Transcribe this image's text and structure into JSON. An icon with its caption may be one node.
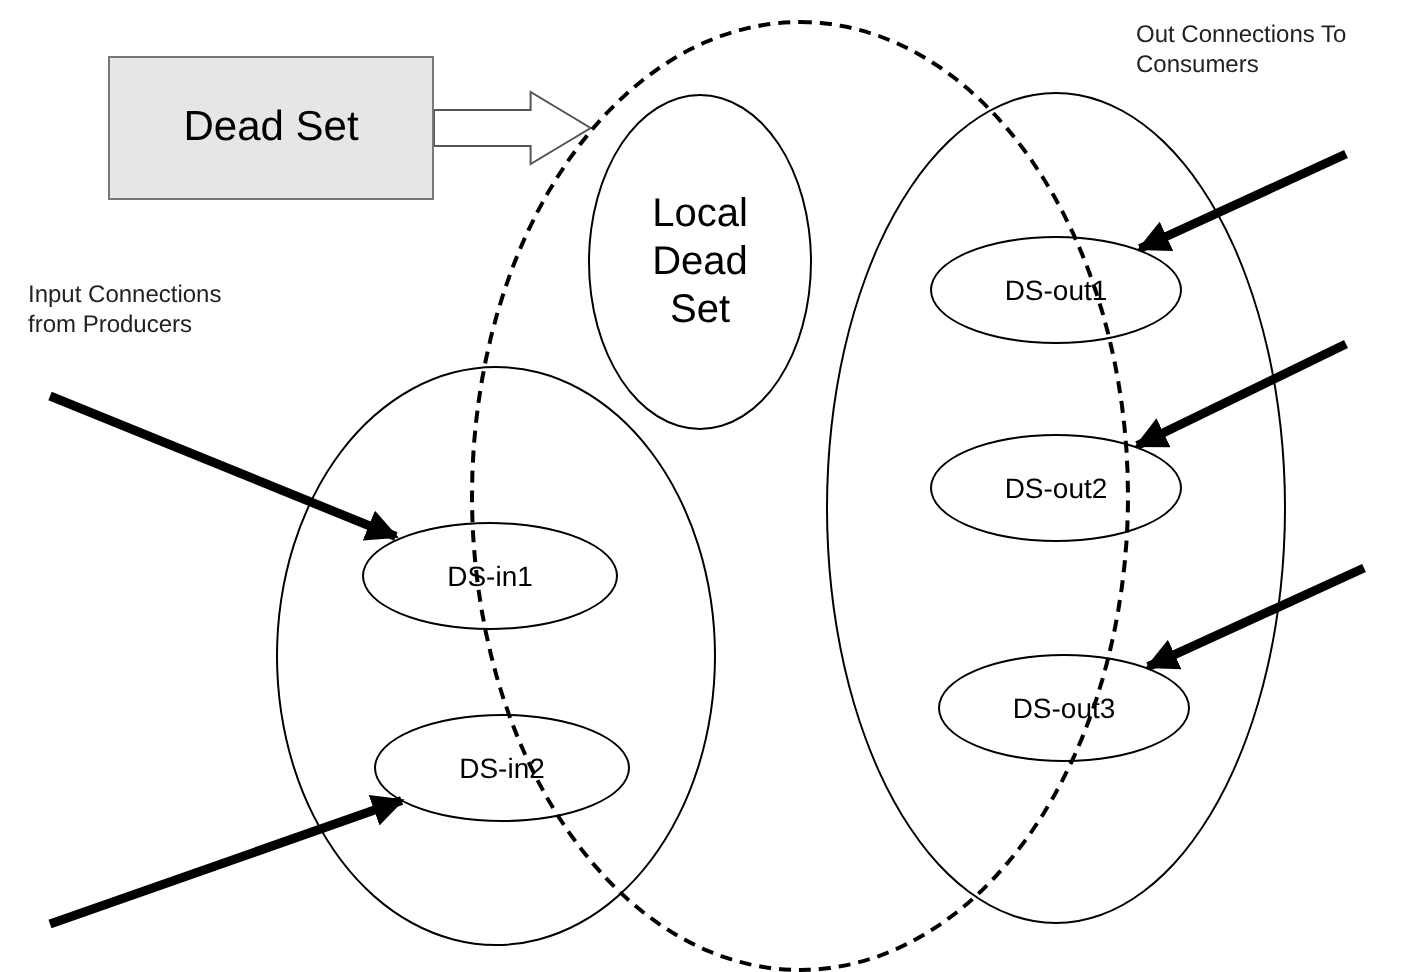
{
  "diagram": {
    "nodes": [
      {
        "text": [
          "Dead Set"
        ]
      },
      {
        "text": [],
        "shape": "ellipse"
      },
      {
        "text": [
          "Local Dead Set"
        ],
        "in": 1
      },
      {
        "text": [],
        "shape": "ellipse"
      },
      {
        "text": [
          "DS-in1"
        ],
        "in": 3
      },
      {
        "text": [
          "DS-in2"
        ],
        "in": 3
      },
      {
        "text": [],
        "shape": "ellipse"
      },
      {
        "text": [
          "DS-out1"
        ],
        "in": 6
      },
      {
        "text": [
          "DS-out2"
        ],
        "in": 6
      },
      {
        "text": [
          "DS-out3"
        ],
        "in": 6
      }
    ],
    "edges": [
      {
        "from": 0,
        "to": 1,
        "arrow": "to",
        "style": "thick"
      },
      {
        "from": null,
        "to": 4,
        "arrow": "to"
      },
      {
        "from": null,
        "to": 5,
        "arrow": "to"
      },
      {
        "from": null,
        "to": 7,
        "arrow": "to"
      },
      {
        "from": null,
        "to": 8,
        "arrow": "to"
      },
      {
        "from": null,
        "to": 9,
        "arrow": "to"
      }
    ],
    "labels": [
      "Input Connections from Producers",
      "Out Connections To Consumers"
    ]
  }
}
